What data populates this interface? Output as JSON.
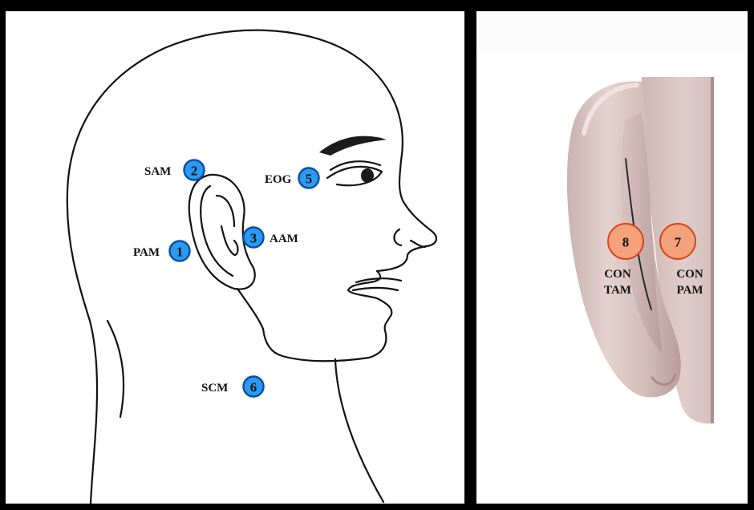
{
  "colors": {
    "blue_marker": "#2a9bf0",
    "blue_marker_ring": "#0b4fa6",
    "orange_marker": "#f4a27c",
    "orange_marker_ring": "#d9431e",
    "ear_skin": "#d9c3c0",
    "ear_shadow": "#b99d9b"
  },
  "head_panel": {
    "markers": [
      {
        "id": "sam",
        "number": "2",
        "label": "SAM"
      },
      {
        "id": "eog",
        "number": "5",
        "label": "EOG"
      },
      {
        "id": "aam",
        "number": "3",
        "label": "AAM"
      },
      {
        "id": "pam",
        "number": "1",
        "label": "PAM"
      },
      {
        "id": "scm",
        "number": "6",
        "label": "SCM"
      }
    ]
  },
  "ear_panel": {
    "markers": [
      {
        "id": "con-tam",
        "number": "8",
        "label_line1": "CON",
        "label_line2": "TAM"
      },
      {
        "id": "con-pam",
        "number": "7",
        "label_line1": "CON",
        "label_line2": "PAM"
      }
    ]
  }
}
